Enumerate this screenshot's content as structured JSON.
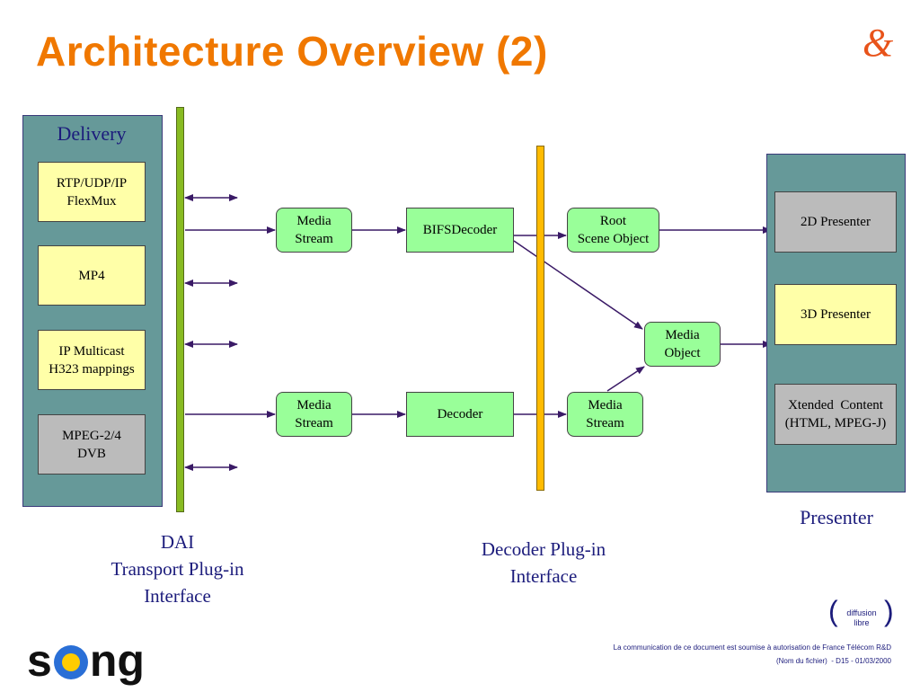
{
  "title": "Architecture Overview (2)",
  "corner_logo": "&",
  "delivery": {
    "label": "Delivery",
    "items": [
      {
        "line1": "RTP/UDP/IP",
        "line2": "FlexMux"
      },
      {
        "line1": "MP4",
        "line2": ""
      },
      {
        "line1": "IP Multicast",
        "line2": "H323 mappings"
      },
      {
        "line1": "MPEG-2/4",
        "line2": "DVB"
      }
    ]
  },
  "presenter": {
    "label": "Presenter",
    "items": [
      {
        "line1": "2D Presenter",
        "line2": ""
      },
      {
        "line1": "3D Presenter",
        "line2": ""
      },
      {
        "line1": "Xtended  Content",
        "line2": "(HTML, MPEG-J)"
      }
    ]
  },
  "nodes": {
    "media_stream_top": {
      "line1": "Media",
      "line2": "Stream"
    },
    "bifs_decoder": {
      "line1": "BIFSDecoder",
      "line2": ""
    },
    "root_scene": {
      "line1": "Root",
      "line2": "Scene Object"
    },
    "media_object": {
      "line1": "Media",
      "line2": "Object"
    },
    "media_stream_bottom": {
      "line1": "Media",
      "line2": "Stream"
    },
    "decoder": {
      "line1": "Decoder",
      "line2": ""
    },
    "media_stream_right": {
      "line1": "Media",
      "line2": "Stream"
    }
  },
  "captions": {
    "dai": {
      "line1": "DAI",
      "line2": "Transport Plug-in",
      "line3": "Interface"
    },
    "decoder_plugin": {
      "line1": "Decoder Plug-in",
      "line2": "Interface"
    }
  },
  "footer": {
    "notice": "La communication de ce document est soumise à autorisation de France Télécom R&D",
    "ref": "(Nom du fichier)  - D15 - 01/03/2000"
  },
  "diffusion_logo": {
    "open": "(",
    "line1": "diffusion",
    "line2": "libre",
    "close": ")"
  },
  "song_logo": {
    "s": "s",
    "ng": "ng"
  },
  "colors": {
    "title": "#f07800",
    "panel": "#669999",
    "yellow_box": "#ffffa8",
    "grey_box": "#bbbbbb",
    "green_node": "#99ff99",
    "dai_bar": "#88bb22",
    "decoder_bar": "#ffbb00",
    "arrow": "#3a1a66"
  }
}
